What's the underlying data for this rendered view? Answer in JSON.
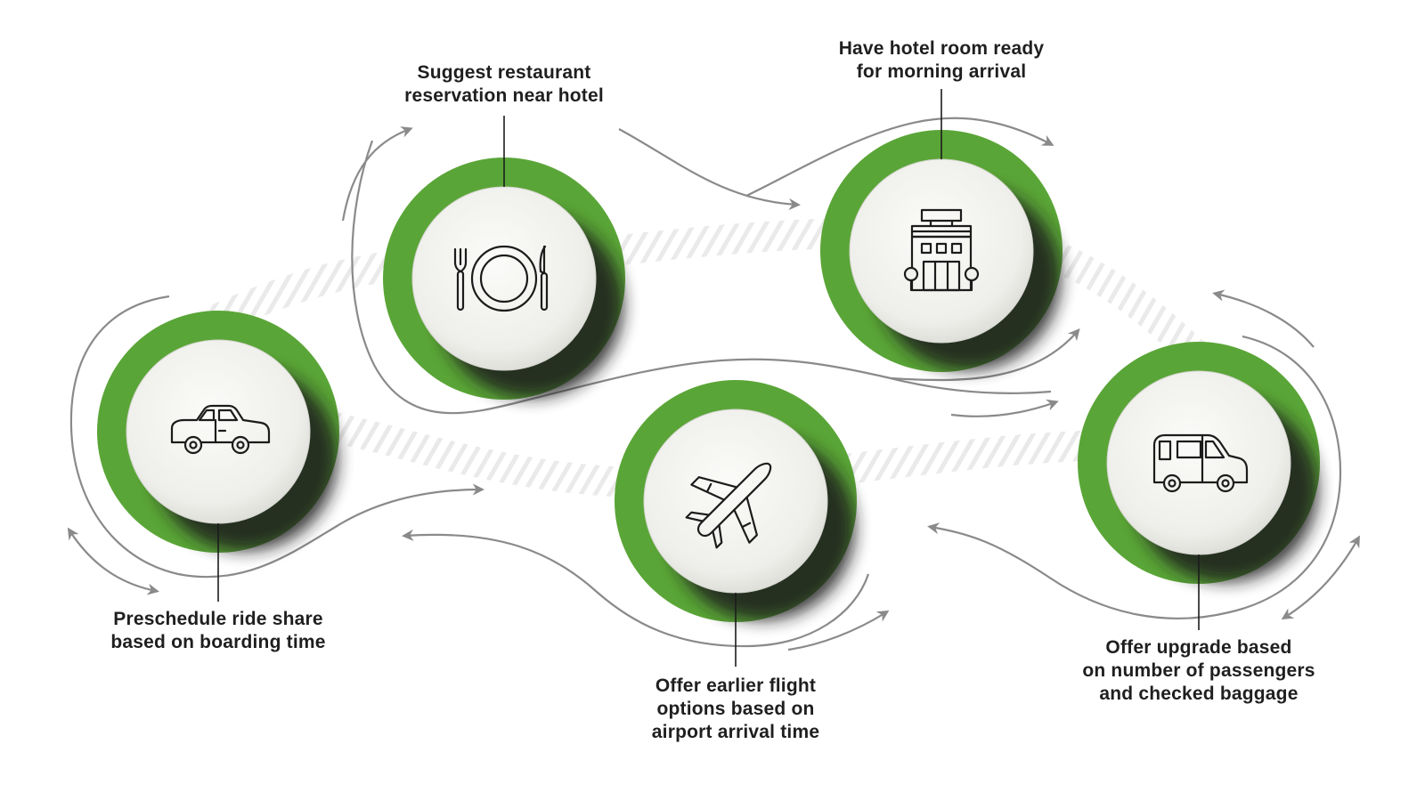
{
  "theme": {
    "ring_color": "#5aa537",
    "arrow_color": "#8a8a8a",
    "icon_color": "#1c1c1c",
    "disc_color": "#f1f1ee"
  },
  "steps": [
    {
      "icon": "car-icon",
      "label_lines": [
        "Preschedule ride share",
        "based on boarding time"
      ]
    },
    {
      "icon": "plate-cutlery-icon",
      "label_lines": [
        "Suggest restaurant",
        "reservation near hotel"
      ]
    },
    {
      "icon": "airplane-icon",
      "label_lines": [
        "Offer earlier flight",
        "options based on",
        "airport arrival time"
      ]
    },
    {
      "icon": "hotel-icon",
      "label_lines": [
        "Have hotel room ready",
        "for morning arrival"
      ]
    },
    {
      "icon": "van-icon",
      "label_lines": [
        "Offer upgrade based",
        "on number of passengers",
        "and checked baggage"
      ]
    }
  ]
}
